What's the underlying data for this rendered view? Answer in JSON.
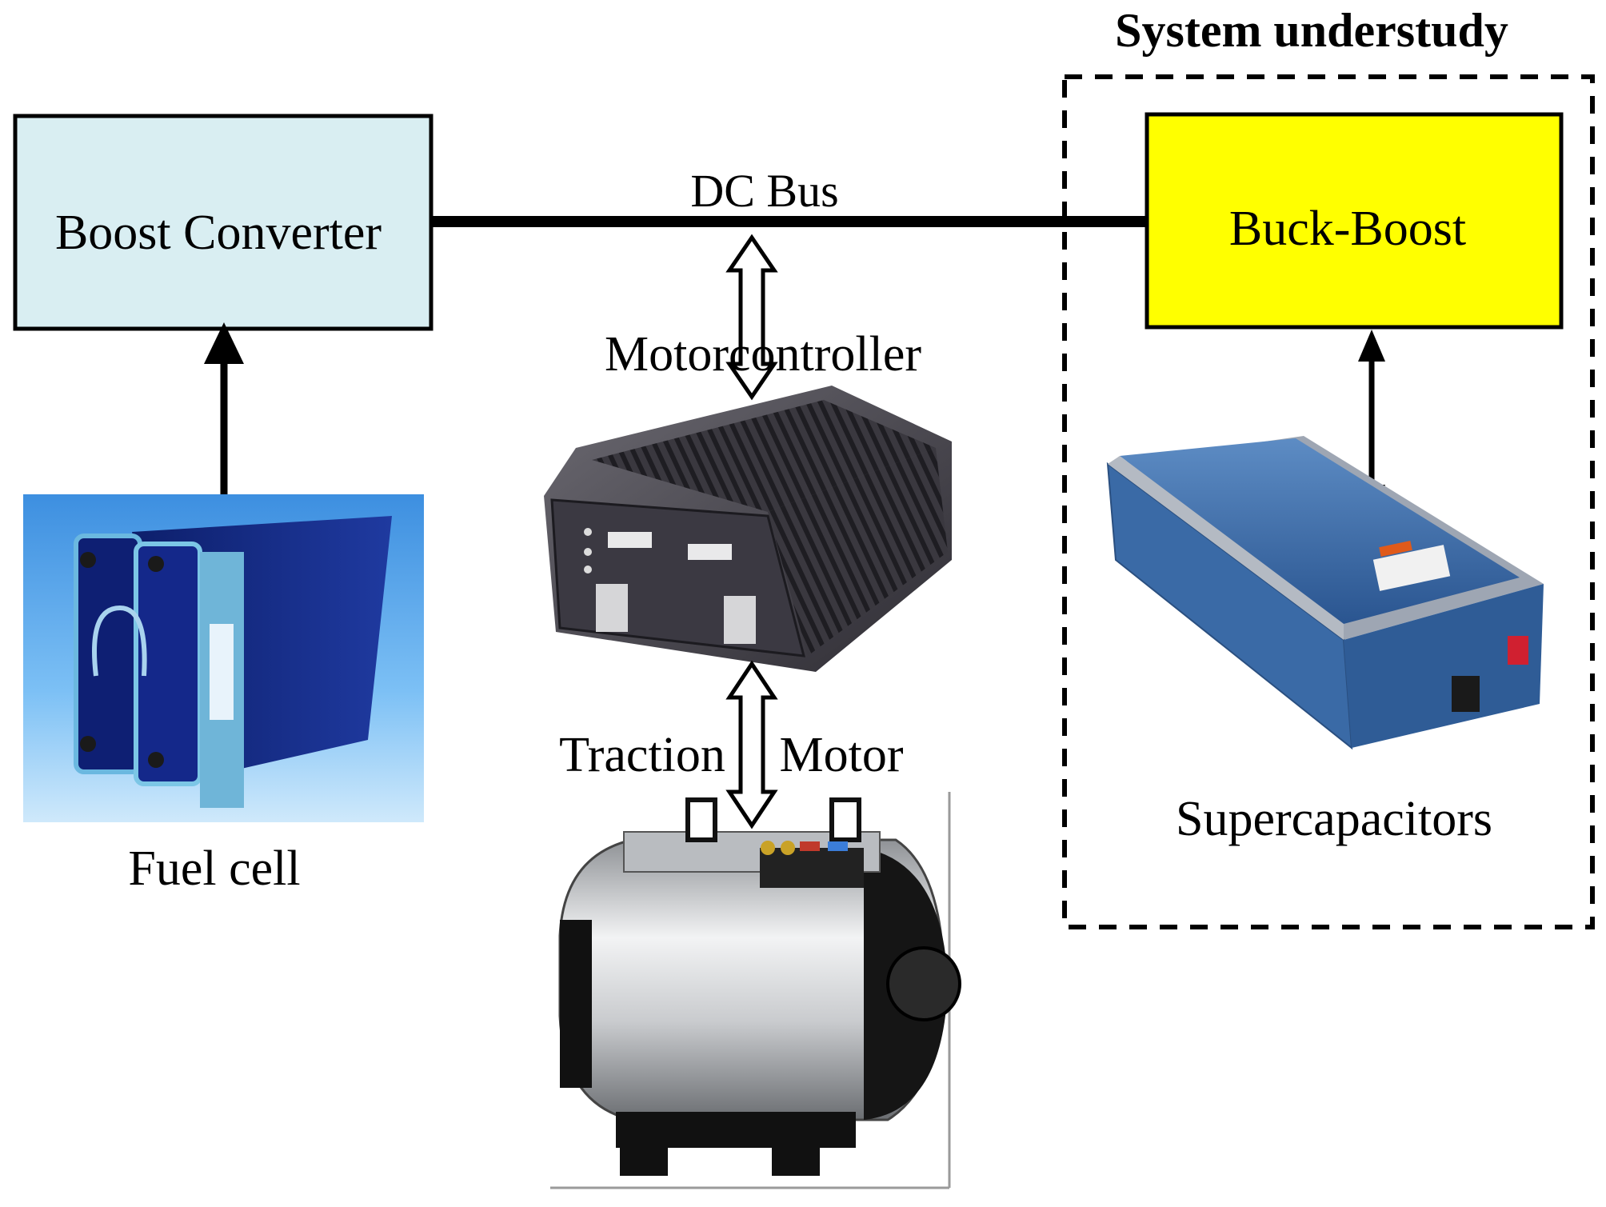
{
  "system_box": {
    "title": "System understudy"
  },
  "blocks": {
    "boost_converter": "Boost Converter",
    "buck_boost": "Buck-Boost"
  },
  "labels": {
    "dc_bus": "DC Bus",
    "motor_controller": "Motorcontroller",
    "traction": "Traction",
    "motor": "Motor",
    "fuel_cell": "Fuel cell",
    "supercapacitors": "Supercapacitors"
  },
  "colors": {
    "boost_converter_fill": "#d9eef2",
    "buck_boost_fill": "#ffff00",
    "fuel_cell_bg": "#5aa9e6",
    "supercap_body": "#3f6fa8"
  },
  "icons": {
    "fuel_cell": "fuel-cell-photo",
    "motor_controller": "motor-controller-photo",
    "traction_motor": "traction-motor-photo",
    "supercapacitors": "supercapacitor-module-photo"
  }
}
